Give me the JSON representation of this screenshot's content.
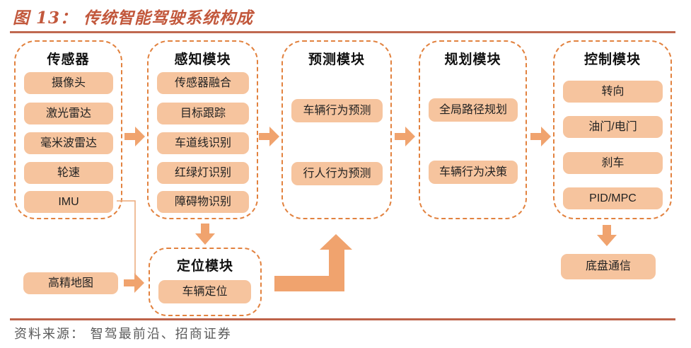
{
  "figure": {
    "title": "图 13： 传统智能驾驶系统构成",
    "source": "资料来源： 智驾最前沿、招商证券"
  },
  "colors": {
    "dashed_border": "#E2823F",
    "box_fill": "#F6C49E",
    "arrow_fill": "#F0A36E",
    "title_color": "#C2583C",
    "rule_color": "#BD6249",
    "source_text_color": "#5a5a5a"
  },
  "columns": [
    {
      "header": "传感器",
      "items": [
        "摄像头",
        "激光雷达",
        "毫米波雷达",
        "轮速",
        "IMU"
      ]
    },
    {
      "header": "感知模块",
      "items": [
        "传感器融合",
        "目标跟踪",
        "车道线识别",
        "红绿灯识别",
        "障碍物识别"
      ]
    },
    {
      "header": "预测模块",
      "items": [
        "车辆行为预测",
        "行人行为预测"
      ]
    },
    {
      "header": "规划模块",
      "items": [
        "全局路径规划",
        "车辆行为决策"
      ]
    },
    {
      "header": "控制模块",
      "items": [
        "转向",
        "油门/电门",
        "刹车",
        "PID/MPC"
      ]
    }
  ],
  "localization_module": {
    "header": "定位模块",
    "items": [
      "车辆定位"
    ]
  },
  "hd_map_label": "高精地图",
  "chassis_label": "底盘通信"
}
